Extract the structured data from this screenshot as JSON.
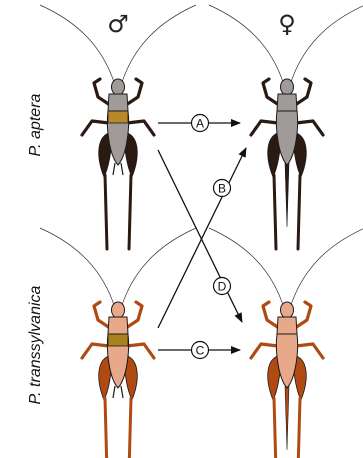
{
  "sex_symbols": {
    "male": "♂",
    "female": "♀"
  },
  "species": {
    "top": "P. aptera",
    "bottom": "P. transsylvanica"
  },
  "crosses": [
    "A",
    "B",
    "C",
    "D"
  ],
  "colors": {
    "aptera_body": "#a09a98",
    "aptera_legs": "#2b1a12",
    "aptera_band": "#b7892a",
    "transsylvanica_body": "#e8a98a",
    "transsylvanica_legs": "#b04a12",
    "transsylvanica_band": "#a8821e",
    "outline": "#1a1a1a"
  }
}
